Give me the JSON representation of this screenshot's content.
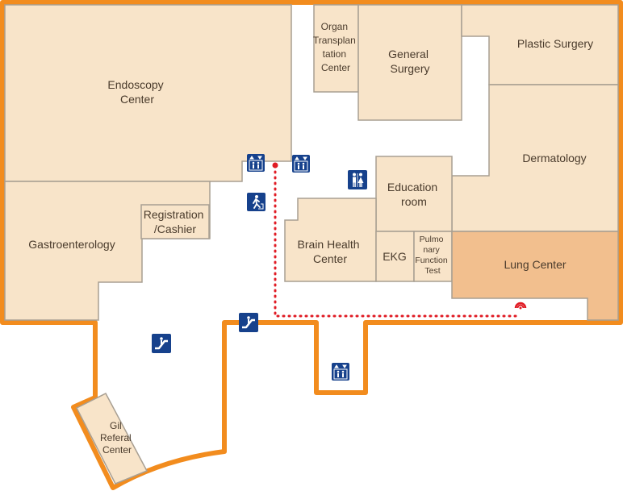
{
  "colors": {
    "wall": "#f28c1e",
    "room_fill": "#f8e4c9",
    "highlight_fill": "#f2bf8e",
    "room_stroke": "#a89f92",
    "corridor": "#ffffff",
    "route": "#e01b24",
    "icon_bg": "#16418c"
  },
  "rooms": {
    "endoscopy": [
      "Endoscopy",
      "Center"
    ],
    "organ": [
      "Organ",
      "Transplan",
      "tation",
      "Center"
    ],
    "general_surgery": [
      "General",
      "Surgery"
    ],
    "plastic_surgery": [
      "Plastic Surgery"
    ],
    "dermatology": [
      "Dermatology"
    ],
    "education": [
      "Education",
      "room"
    ],
    "registration": [
      "Registration",
      "/Cashier"
    ],
    "gastro": [
      "Gastroenterology"
    ],
    "brain_health": [
      "Brain Health",
      "Center"
    ],
    "ekg": [
      "EKG"
    ],
    "pulmonary": [
      "Pulmo",
      "nary",
      "Function",
      "Test"
    ],
    "lung_center": [
      "Lung Center"
    ],
    "gil_referral": [
      "Gil",
      "Referal",
      "Center"
    ]
  },
  "icons": {
    "elevator": "elevator-icon",
    "restroom": "restroom-icon",
    "emergency_exit": "emergency-exit-icon",
    "escalator": "escalator-icon",
    "destination": "destination-marker-icon"
  }
}
